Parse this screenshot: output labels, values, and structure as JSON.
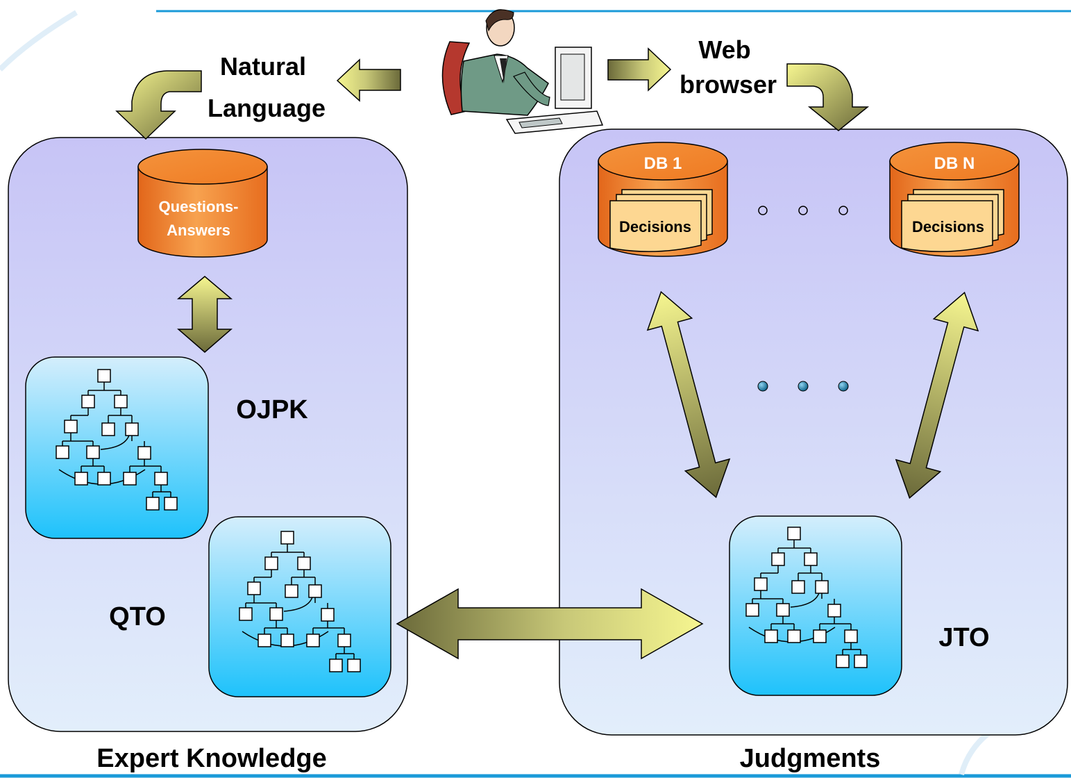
{
  "user_inputs": {
    "natural_language": "Natural Language",
    "web_browser": "Web browser"
  },
  "expert_panel": {
    "caption": "Expert Knowledge",
    "database": "Questions-Answers",
    "ontologies": [
      "OJPK",
      "QTO"
    ]
  },
  "judgments_panel": {
    "caption": "Judgments",
    "databases": [
      {
        "name": "DB 1",
        "content": "Decisions"
      },
      {
        "name": "DB N",
        "content": "Decisions"
      }
    ],
    "ontology": "JTO"
  },
  "colors": {
    "panel_top": "#c7c4f6",
    "panel_bottom": "#e2eefb",
    "db_orange": "#f08227",
    "doc_fill": "#fdd792",
    "tree_top": "#c7e9fc",
    "tree_bottom": "#1ec2fb",
    "arrow_light": "#f6f690",
    "arrow_dark": "#6b6a3a",
    "accent_line": "#1a9ad8"
  }
}
